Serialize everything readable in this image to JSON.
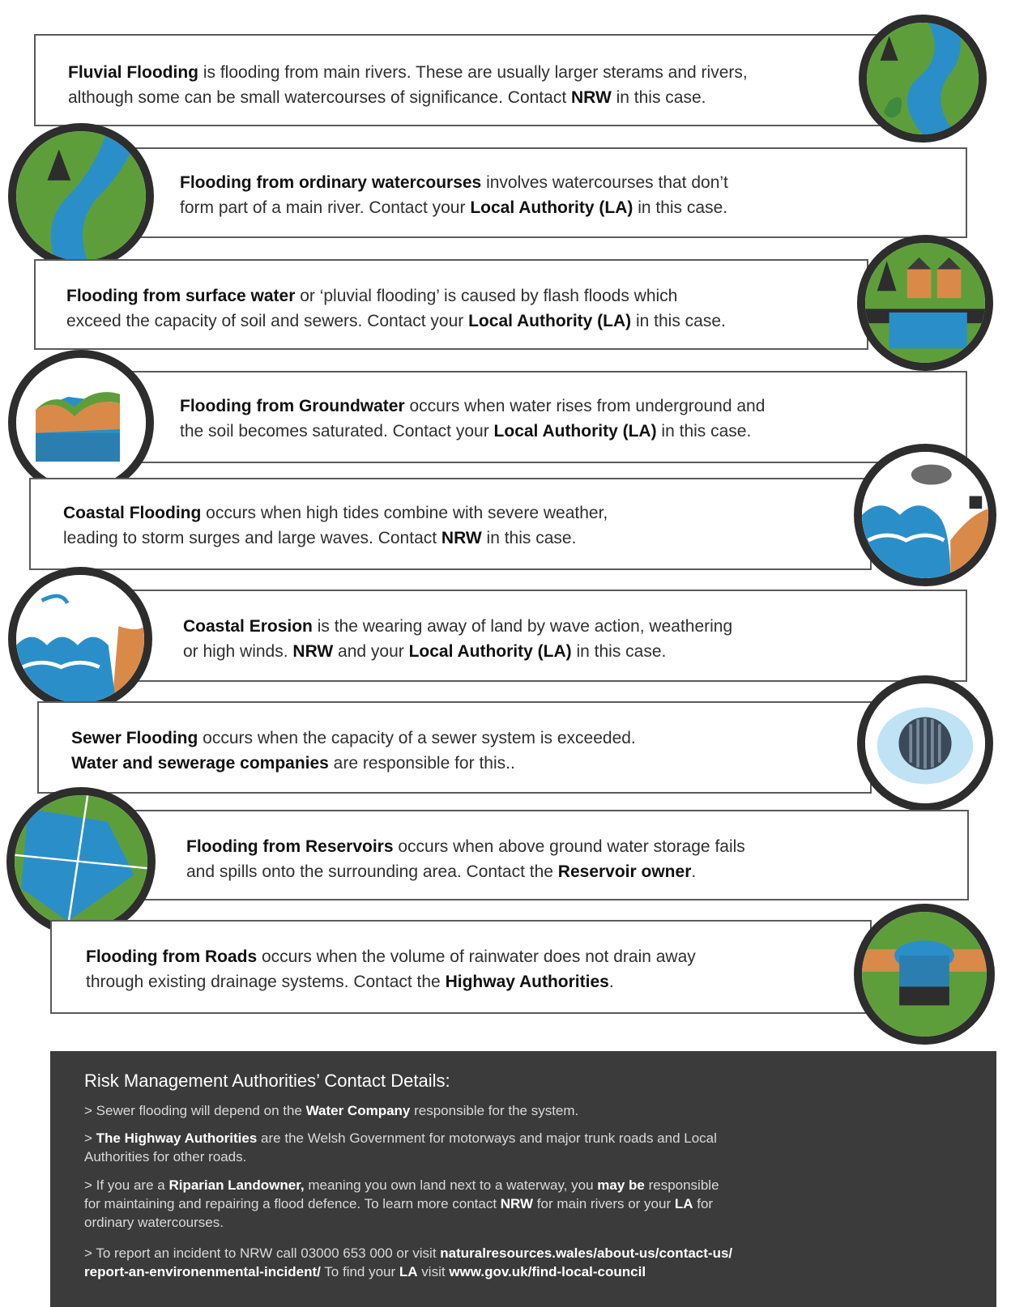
{
  "sections": [
    {
      "id": "fluvial",
      "title": "Fluvial Flooding",
      "l1": " is flooding from main rivers. These are usually larger sterams and rivers,",
      "l2": "although some can be small watercourses of significance. Contact ",
      "contact": "NRW",
      "tail": " in this case.",
      "icon": "river-icon"
    },
    {
      "id": "ordinary",
      "title": "Flooding from ordinary watercourses",
      "l1": " involves watercourses that don’t",
      "l2": "form part of a main river. Contact your ",
      "contact": "Local Authority (LA)",
      "tail": " in this case.",
      "icon": "stream-icon"
    },
    {
      "id": "surface",
      "title": "Flooding from surface water",
      "l1": " or ‘pluvial flooding’ is caused by flash floods which",
      "l2": "exceed the capacity of soil and sewers. Contact your ",
      "contact": "Local Authority (LA)",
      "tail": " in this case.",
      "icon": "flooded-houses-icon"
    },
    {
      "id": "groundwater",
      "title": "Flooding from Groundwater",
      "l1": " occurs when water rises from underground and",
      "l2": "the soil becomes saturated. Contact your ",
      "contact": "Local Authority (LA)",
      "tail": " in this case.",
      "icon": "groundwater-icon"
    },
    {
      "id": "coastal",
      "title": "Coastal Flooding",
      "l1": " occurs when high tides combine with severe weather,",
      "l2": "leading to storm surges and large waves. Contact ",
      "contact": "NRW",
      "tail": " in this case.",
      "icon": "storm-waves-icon"
    },
    {
      "id": "erosion",
      "title": "Coastal Erosion",
      "l1": " is the wearing away of land by wave action, weathering",
      "l2": "or high winds. ",
      "contact": "NRW",
      "mid": " and your ",
      "contact2": "Local Authority (LA)",
      "tail": " in this case.",
      "icon": "erosion-waves-icon"
    },
    {
      "id": "sewer",
      "title": "Sewer Flooding",
      "l1": " occurs when the capacity of a sewer system is exceeded.",
      "contact": "Water and sewerage companies",
      "tail": " are responsible for this..",
      "icon": "manhole-icon"
    },
    {
      "id": "reservoir",
      "title": "Flooding from Reservoirs",
      "l1": " occurs when above ground water storage fails",
      "l2": "and spills onto the surrounding area. Contact the ",
      "contact": "Reservoir owner",
      "tail": ".",
      "icon": "reservoir-icon"
    },
    {
      "id": "roads",
      "title": "Flooding from Roads",
      "l1": " occurs when the volume of rainwater does not drain away",
      "l2": "through existing drainage systems. Contact the ",
      "contact": "Highway Authorities",
      "tail": ".",
      "icon": "road-drain-icon"
    }
  ],
  "contacts": {
    "heading": "Risk Management Authorities’ Contact Details",
    "heading_colon": ":",
    "p1_a": "> Sewer flooding will depend on the ",
    "p1_b": "Water Company",
    "p1_c": " responsible for the system.",
    "p2_a": "> ",
    "p2_b": "The Highway Authorities",
    "p2_c": " are the Welsh Government for motorways and major trunk roads and Local",
    "p2_d": "Authorities for other roads.",
    "p3_a": "> If you are a ",
    "p3_b": "Riparian Landowner,",
    "p3_c": " meaning you own land next to a waterway, you ",
    "p3_d": "may be",
    "p3_e": " responsible",
    "p3_f": "for maintaining and repairing a flood defence. To learn more contact ",
    "p3_g": "NRW",
    "p3_h": " for main rivers or your ",
    "p3_i": "LA",
    "p3_j": " for",
    "p3_k": "ordinary watercourses.",
    "p4_a": "> To report an incident to NRW call 03000 653 000 or visit ",
    "p4_b": "naturalresources.wales/about-us/contact-us/",
    "p4_c": "report-an-environenmental-incident/",
    "p4_d": " To find your ",
    "p4_e": "LA",
    "p4_f": " visit ",
    "p4_g": "www.gov.uk/find-local-council"
  },
  "colors": {
    "water": "#2a8fc9",
    "land": "#5e9e3a",
    "sand": "#d98a48",
    "ring": "#2d2d2d",
    "panel": "#3b3b3b"
  }
}
